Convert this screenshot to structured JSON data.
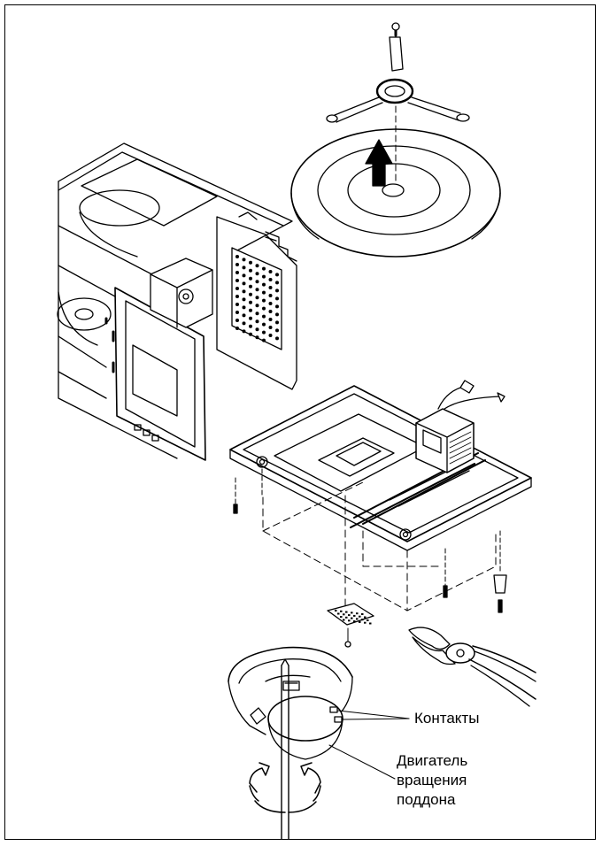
{
  "labels": {
    "contacts": "Контакты",
    "motor_line1": "Двигатель",
    "motor_line2": "вращения",
    "motor_line3": "поддона"
  },
  "colors": {
    "ink": "#000000",
    "paper": "#ffffff"
  }
}
